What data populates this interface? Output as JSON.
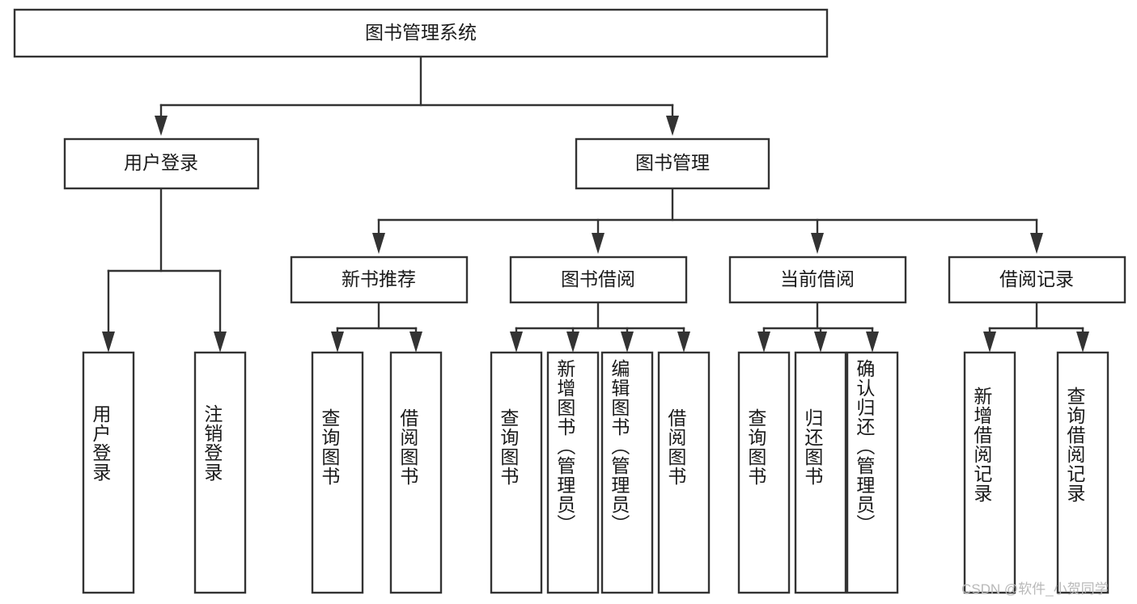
{
  "diagram": {
    "title": "图书管理系统",
    "watermark": "CSDN @软件_小贺同学",
    "root": {
      "label": "图书管理系统"
    },
    "level1": [
      {
        "label": "用户登录"
      },
      {
        "label": "图书管理"
      }
    ],
    "level2": [
      {
        "label": "新书推荐"
      },
      {
        "label": "图书借阅"
      },
      {
        "label": "当前借阅"
      },
      {
        "label": "借阅记录"
      }
    ],
    "leaves": {
      "user_login": [
        {
          "label": "用户登录"
        },
        {
          "label": "注销登录"
        }
      ],
      "new_book_recommend": [
        {
          "label": "查询图书"
        },
        {
          "label": "借阅图书"
        }
      ],
      "book_borrow": [
        {
          "label": "查询图书"
        },
        {
          "label": "新增图书（管理员）"
        },
        {
          "label": "编辑图书（管理员）"
        },
        {
          "label": "借阅图书"
        }
      ],
      "current_borrow": [
        {
          "label": "查询图书"
        },
        {
          "label": "归还图书"
        },
        {
          "label": "确认归还（管理员）"
        }
      ],
      "borrow_record": [
        {
          "label": "新增借阅记录"
        },
        {
          "label": "查询借阅记录"
        }
      ]
    },
    "colors": {
      "stroke": "#333333",
      "fill": "#ffffff",
      "text": "#1a1a1a",
      "watermark": "#b9b9b9"
    }
  }
}
